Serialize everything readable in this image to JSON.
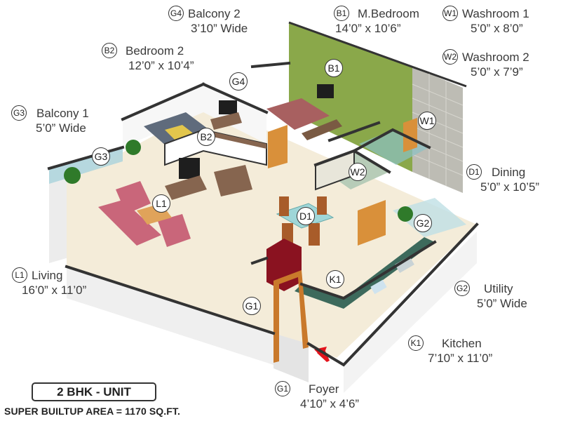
{
  "unit": {
    "title": "2 BHK - UNIT",
    "super_builtup_area": "SUPER BUILTUP AREA = 1170 SQ.FT."
  },
  "colors": {
    "accent_wall": "#8aa84a",
    "tile_wall": "#b9b8b0",
    "floor": "#f4ecd9",
    "wall_top": "#3a3a3a",
    "wall_side": "#f2f2f2",
    "door_wood": "#d9903a",
    "sofa": "#c9667a",
    "entry_arrow": "#e3121b",
    "glass": "#a9d3dc",
    "counter": "#3d6a5c"
  },
  "rooms": [
    {
      "code": "G4",
      "name": "Balcony 2",
      "dims": "3’10” Wide"
    },
    {
      "code": "B1",
      "name": "M.Bedroom",
      "dims": "14’0” x 10’6”"
    },
    {
      "code": "W1",
      "name": "Washroom 1",
      "dims": "5’0” x 8’0”"
    },
    {
      "code": "W2",
      "name": "Washroom 2",
      "dims": "5’0” x 7’9”"
    },
    {
      "code": "B2",
      "name": "Bedroom 2",
      "dims": "12’0” x 10’4”"
    },
    {
      "code": "G3",
      "name": "Balcony 1",
      "dims": "5’0” Wide"
    },
    {
      "code": "D1",
      "name": "Dining",
      "dims": "5’0” x 10’5”"
    },
    {
      "code": "L1",
      "name": "Living",
      "dims": "16’0” x 11’0”"
    },
    {
      "code": "G2",
      "name": "Utility",
      "dims": "5’0” Wide"
    },
    {
      "code": "K1",
      "name": "Kitchen",
      "dims": "7’10” x 11’0”"
    },
    {
      "code": "G1",
      "name": "Foyer",
      "dims": "4’10” x 4’6”"
    }
  ],
  "markers": {
    "G4": "G4",
    "B1": "B1",
    "W1": "W1",
    "W2": "W2",
    "B2": "B2",
    "G3": "G3",
    "L1": "L1",
    "D1": "D1",
    "G2": "G2",
    "K1": "K1",
    "G1": "G1"
  }
}
